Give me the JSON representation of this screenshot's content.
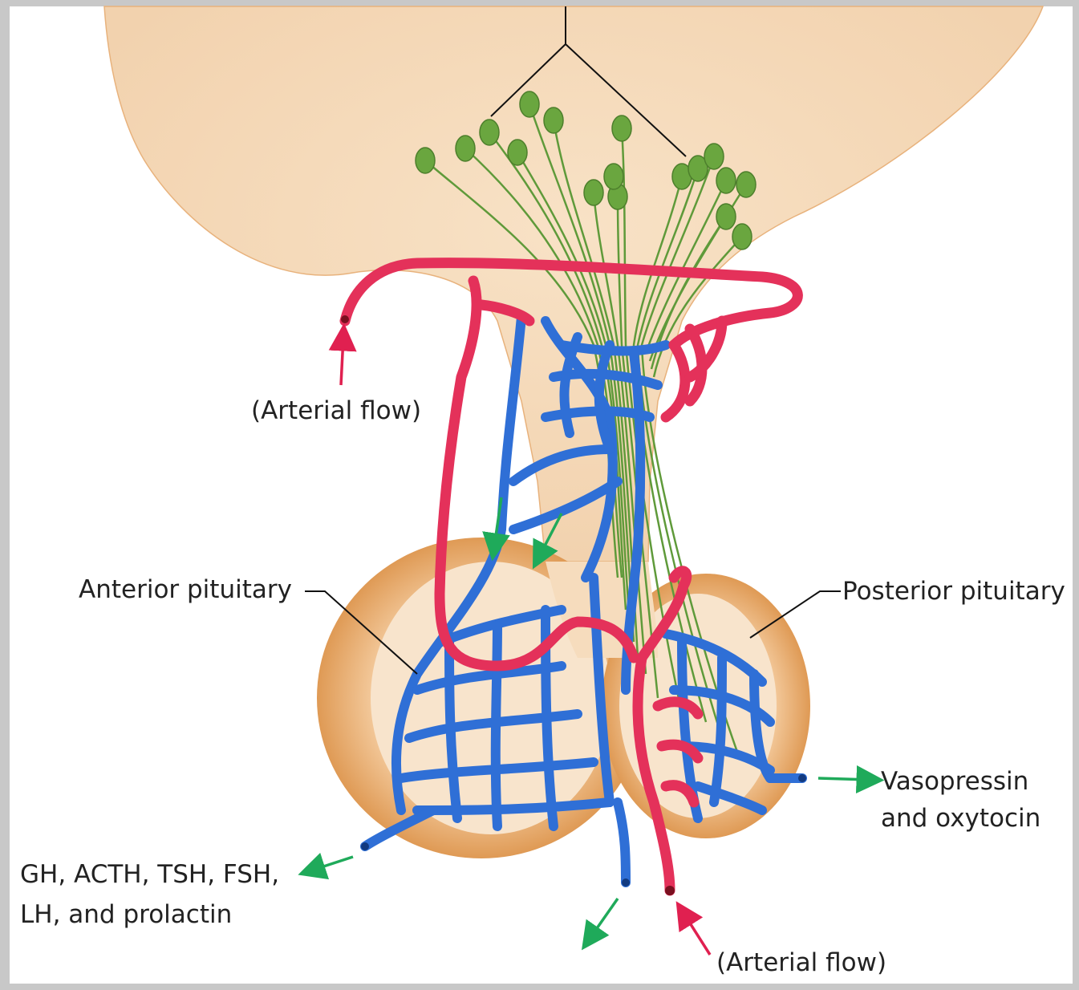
{
  "labels": {
    "arterial_flow_upper": "(Arterial flow)",
    "arterial_flow_lower": "(Arterial flow)",
    "anterior_pituitary": "Anterior pituitary",
    "posterior_pituitary": "Posterior pituitary",
    "vasopressin_line1": "Vasopressin",
    "vasopressin_line2": "and oxytocin",
    "anterior_hormones_line1": "GH, ACTH, TSH, FSH,",
    "anterior_hormones_line2": "LH, and prolactin"
  },
  "colors": {
    "background_frame": "#c8c8c8",
    "panel": "#ffffff",
    "brain_tissue": "#f6dcbd",
    "brain_outline": "#e8b27c",
    "pituitary_capsule": "#e3a15e",
    "pituitary_inner": "#f8e4cc",
    "vein_blue": "#2f6fd6",
    "artery_red": "#e4315a",
    "neuron_green": "#5f9a3a",
    "flow_arrow_green": "#1faa5a",
    "flow_arrow_red": "#e02050"
  }
}
